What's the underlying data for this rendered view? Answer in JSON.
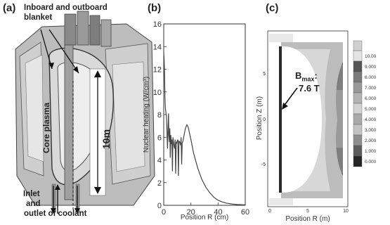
{
  "figure": {
    "panel_a": {
      "label": "(a)",
      "annotations": {
        "blanket_line1": "Inboard and outboard",
        "blanket_line2": "blanket",
        "core_plasma": "Core plasma",
        "height": "10m",
        "coolant_line1": "Inlet",
        "coolant_line2": "and",
        "coolant_line3": "outlet of coolant"
      }
    },
    "panel_b": {
      "label": "(b)"
    },
    "panel_c": {
      "label": "(c)",
      "bmax_label": "B",
      "bmax_sub": "max",
      "bmax_colon": ":",
      "bmax_value": "7.6 T",
      "xlabel": "Position R (m)",
      "ylabel": "Position Z (m)",
      "yticks": [
        "5",
        "0",
        "-5"
      ],
      "xticks": [
        "0",
        "5",
        "10"
      ],
      "colorbar_labels": [
        "10.00",
        "9.000",
        "8.000",
        "7.000",
        "6.000",
        "5.000",
        "4.000",
        "3.000",
        "2.000",
        "1.000",
        "0.000"
      ],
      "colorbar_colors": [
        "#e4e4e4",
        "#555555",
        "#7a7a7a",
        "#999999",
        "#b3b3b3",
        "#d2d2d2",
        "#a9a9a9",
        "#c3c3c3",
        "#8e8e8e",
        "#5c5c5c",
        "#262626"
      ]
    }
  },
  "chart_data": {
    "type": "line",
    "title": "",
    "xlabel": "Position R (cm)",
    "ylabel": "Nuclear heating (W/cm³)",
    "xlim": [
      0,
      60
    ],
    "ylim": [
      0,
      16
    ],
    "xticks": [
      0,
      20,
      40,
      60
    ],
    "yticks": [
      0,
      2,
      4,
      6,
      8,
      10,
      12,
      14,
      16
    ],
    "series": [
      {
        "x": [
          0,
          0.3,
          0.6,
          0.9,
          1.2,
          1.6,
          2,
          2.4,
          2.8,
          3.2,
          3.5,
          3.8,
          4.2,
          4.5,
          4.8,
          5.2,
          5.6,
          6,
          6.4,
          6.8,
          7.2,
          7.6,
          8,
          8.4,
          8.8,
          9.2,
          9.6,
          10,
          10.4,
          10.8,
          11.2,
          11.6,
          12,
          12.4,
          12.8,
          13.2,
          13.6,
          14,
          15,
          16,
          17,
          18,
          20,
          22,
          25,
          28,
          31,
          34,
          37,
          40,
          43,
          46,
          50,
          54,
          58,
          60
        ],
        "y": [
          13.5,
          12.8,
          11.5,
          9.6,
          8.6,
          8.2,
          7.8,
          6.5,
          5.0,
          7.0,
          8.1,
          6.2,
          5.6,
          6.8,
          4.2,
          6.2,
          5.4,
          5.8,
          3.0,
          6.0,
          5.6,
          5.2,
          5.0,
          5.8,
          2.8,
          5.6,
          5.5,
          5.7,
          5.8,
          2.6,
          5.7,
          5.6,
          5.5,
          5.3,
          6.0,
          3.6,
          5.5,
          5.6,
          6.2,
          6.8,
          7.1,
          6.9,
          5.8,
          4.6,
          3.3,
          2.3,
          1.6,
          1.1,
          0.7,
          0.45,
          0.3,
          0.2,
          0.12,
          0.07,
          0.05,
          0.04
        ]
      }
    ],
    "grid": false,
    "legend": "none"
  }
}
